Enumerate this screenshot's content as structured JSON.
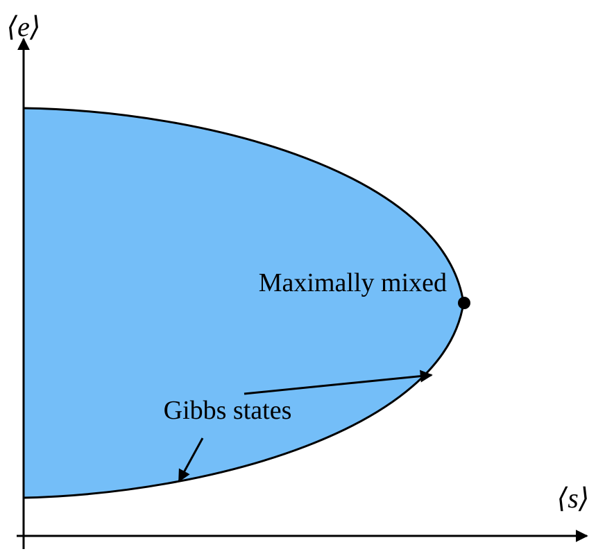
{
  "axes": {
    "y_label": "⟨e⟩",
    "x_label": "⟨s⟩"
  },
  "annotations": {
    "maximally_mixed": "Maximally mixed",
    "gibbs_states": "Gibbs states"
  },
  "colors": {
    "region_fill": "#74BEF8",
    "stroke": "#000000"
  }
}
